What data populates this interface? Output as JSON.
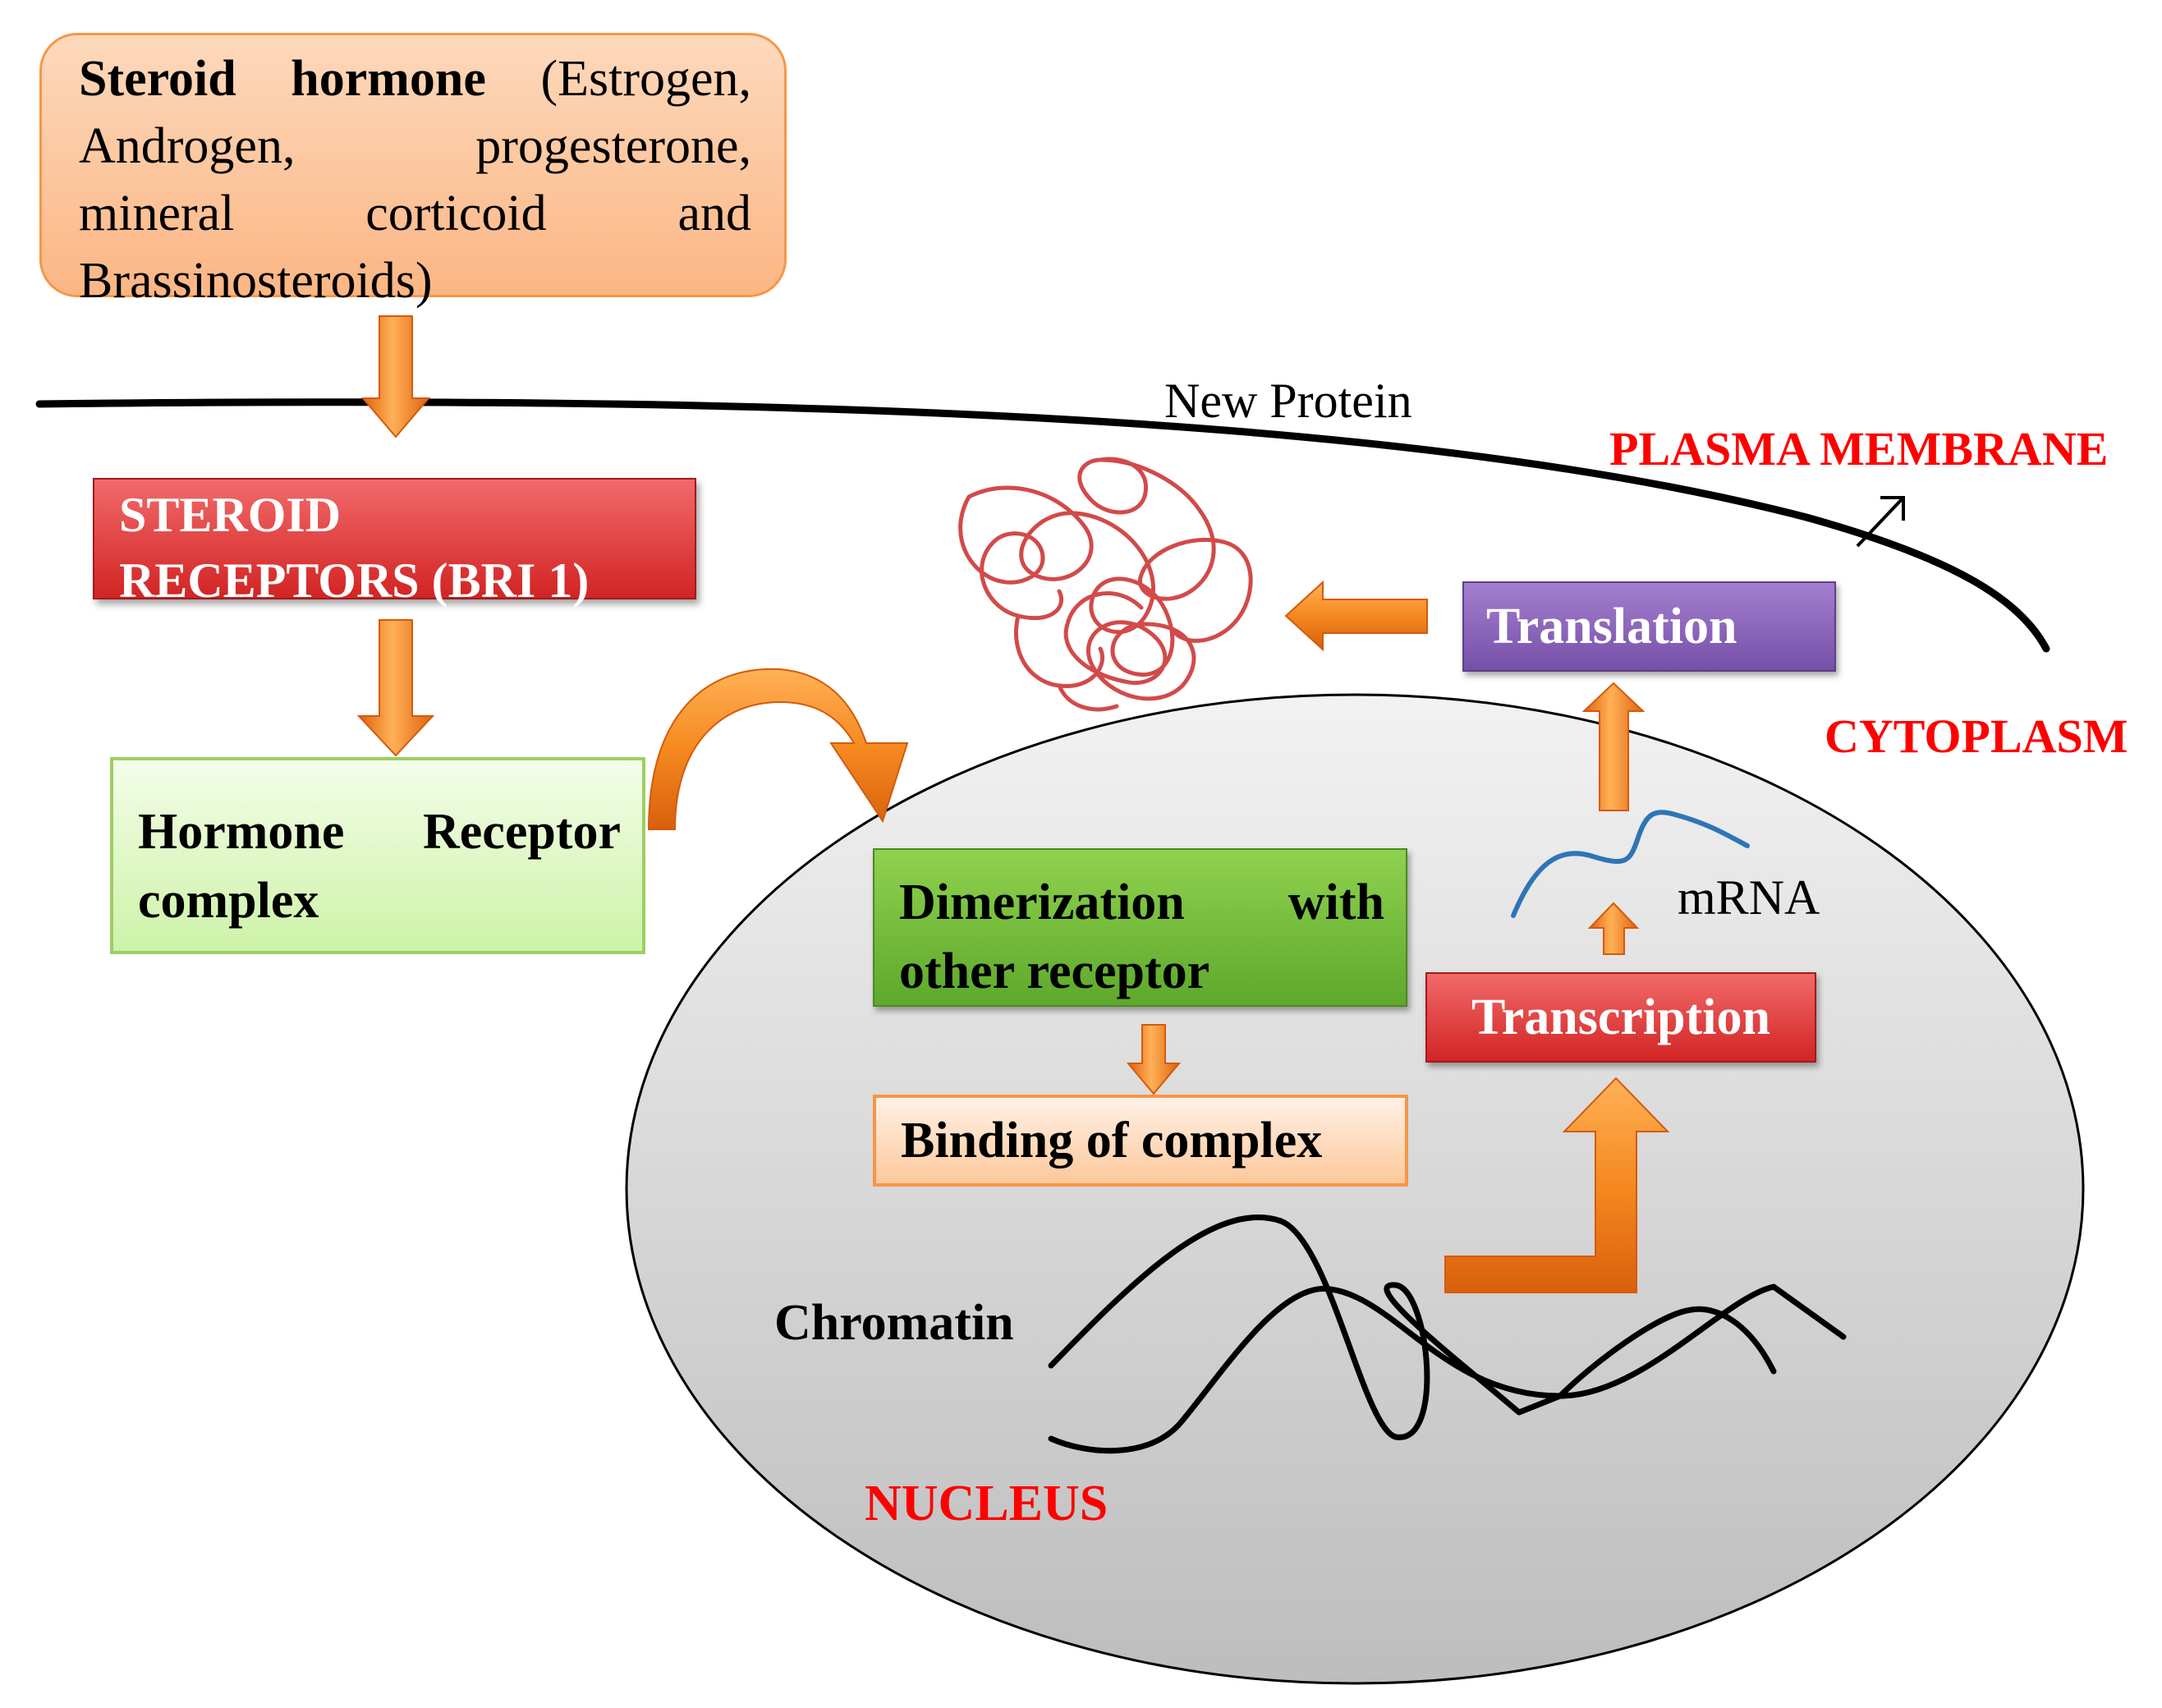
{
  "colors": {
    "accent_red": "#ff0000",
    "hormone_fill": "#fbc08f",
    "receptor_fill": "#d9342f",
    "complex_fill": "#ddf7c3",
    "dimer_fill": "#72b73a",
    "binding_fill": "#fde0c8",
    "transcription_fill": "#d9342f",
    "translation_fill": "#8560b8",
    "arrow_orange": "#f5891f",
    "nucleus_fill": "#d8d8d8",
    "mrna_blue": "#2e75b6",
    "protein_red": "#d24a4a"
  },
  "steroid_hormone": {
    "bold_label": "Steroid hormone",
    "detail": "(Estrogen, Androgen, progesterone, mineral corticoid and Brassinosteroids)"
  },
  "steroid_receptors": {
    "line1": "STEROID",
    "line2": "RECEPTORS (BRI 1)"
  },
  "hormone_receptor_complex": "Hormone Receptor complex",
  "dimerization": "Dimerization with other receptor",
  "binding": "Binding of complex",
  "transcription": "Transcription",
  "translation": "Translation",
  "new_protein": "New Protein",
  "mrna": "mRNA",
  "chromatin": "Chromatin",
  "nucleus": "NUCLEUS",
  "plasma_membrane": "PLASMA MEMBRANE",
  "cytoplasm": "CYTOPLASM"
}
